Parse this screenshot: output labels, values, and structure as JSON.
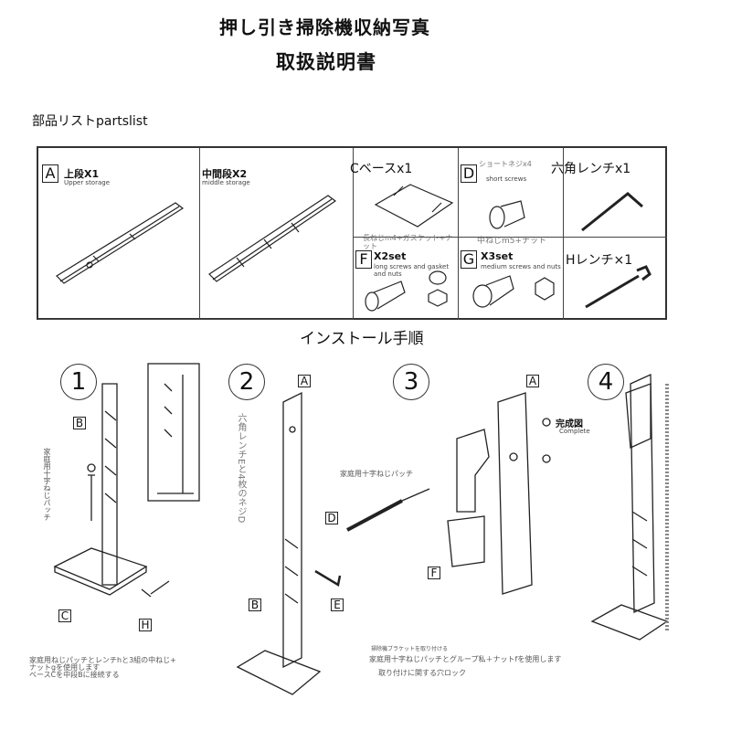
{
  "title_line1": "押し引き掃除機収納写真",
  "title_line2": "取扱説明書",
  "parts_heading": "部品リストpartslist",
  "parts": [
    {
      "letter": "A",
      "name": "上段X1",
      "sub": "Upper storage"
    },
    {
      "letter": "",
      "name": "中間段X2",
      "sub": "middle storage"
    },
    {
      "letter": "",
      "name": "Cベースx1",
      "sub": ""
    },
    {
      "letter": "D",
      "name": "ショートネジx4",
      "sub": "short screws",
      "count": "x4"
    },
    {
      "letter": "",
      "name": "六角レンチx1",
      "sub": ""
    },
    {
      "letter": "F",
      "name": "X2set",
      "caption": "長ねじm4+ガスケット+ナット",
      "sub": "long screws and gasket and nuts"
    },
    {
      "letter": "G",
      "name": "X3set",
      "caption": "中ねじm5+ナット",
      "sub": "medium screws and nuts"
    },
    {
      "letter": "",
      "name": "Hレンチ×1",
      "sub": ""
    }
  ],
  "install_heading": "インストール手順",
  "steps": [
    {
      "num": "1",
      "labels": [
        "B",
        "C",
        "H"
      ],
      "side_note": "家庭用十字ねじパッチ",
      "notes": [
        "家庭用ねじパッチとレンチhと3組の中ねじ+",
        "ナットgを使用します",
        "ベースCを中段Bに接続する"
      ]
    },
    {
      "num": "2",
      "labels": [
        "A",
        "B",
        "D",
        "E"
      ],
      "side_note": "六角レンチEと4枚のネジD"
    },
    {
      "num": "3",
      "labels": [
        "A",
        "F"
      ],
      "side_note": "家庭用十字ねじパッチ",
      "notes_small": "掃除機ブラケットを取り付ける",
      "notes": [
        "家庭用十字ねじパッチとグループ私＋ナットfを使用します",
        "取り付けに関する穴ロック"
      ]
    },
    {
      "num": "4",
      "complete": "完成図",
      "complete_sub": "Complete"
    }
  ]
}
